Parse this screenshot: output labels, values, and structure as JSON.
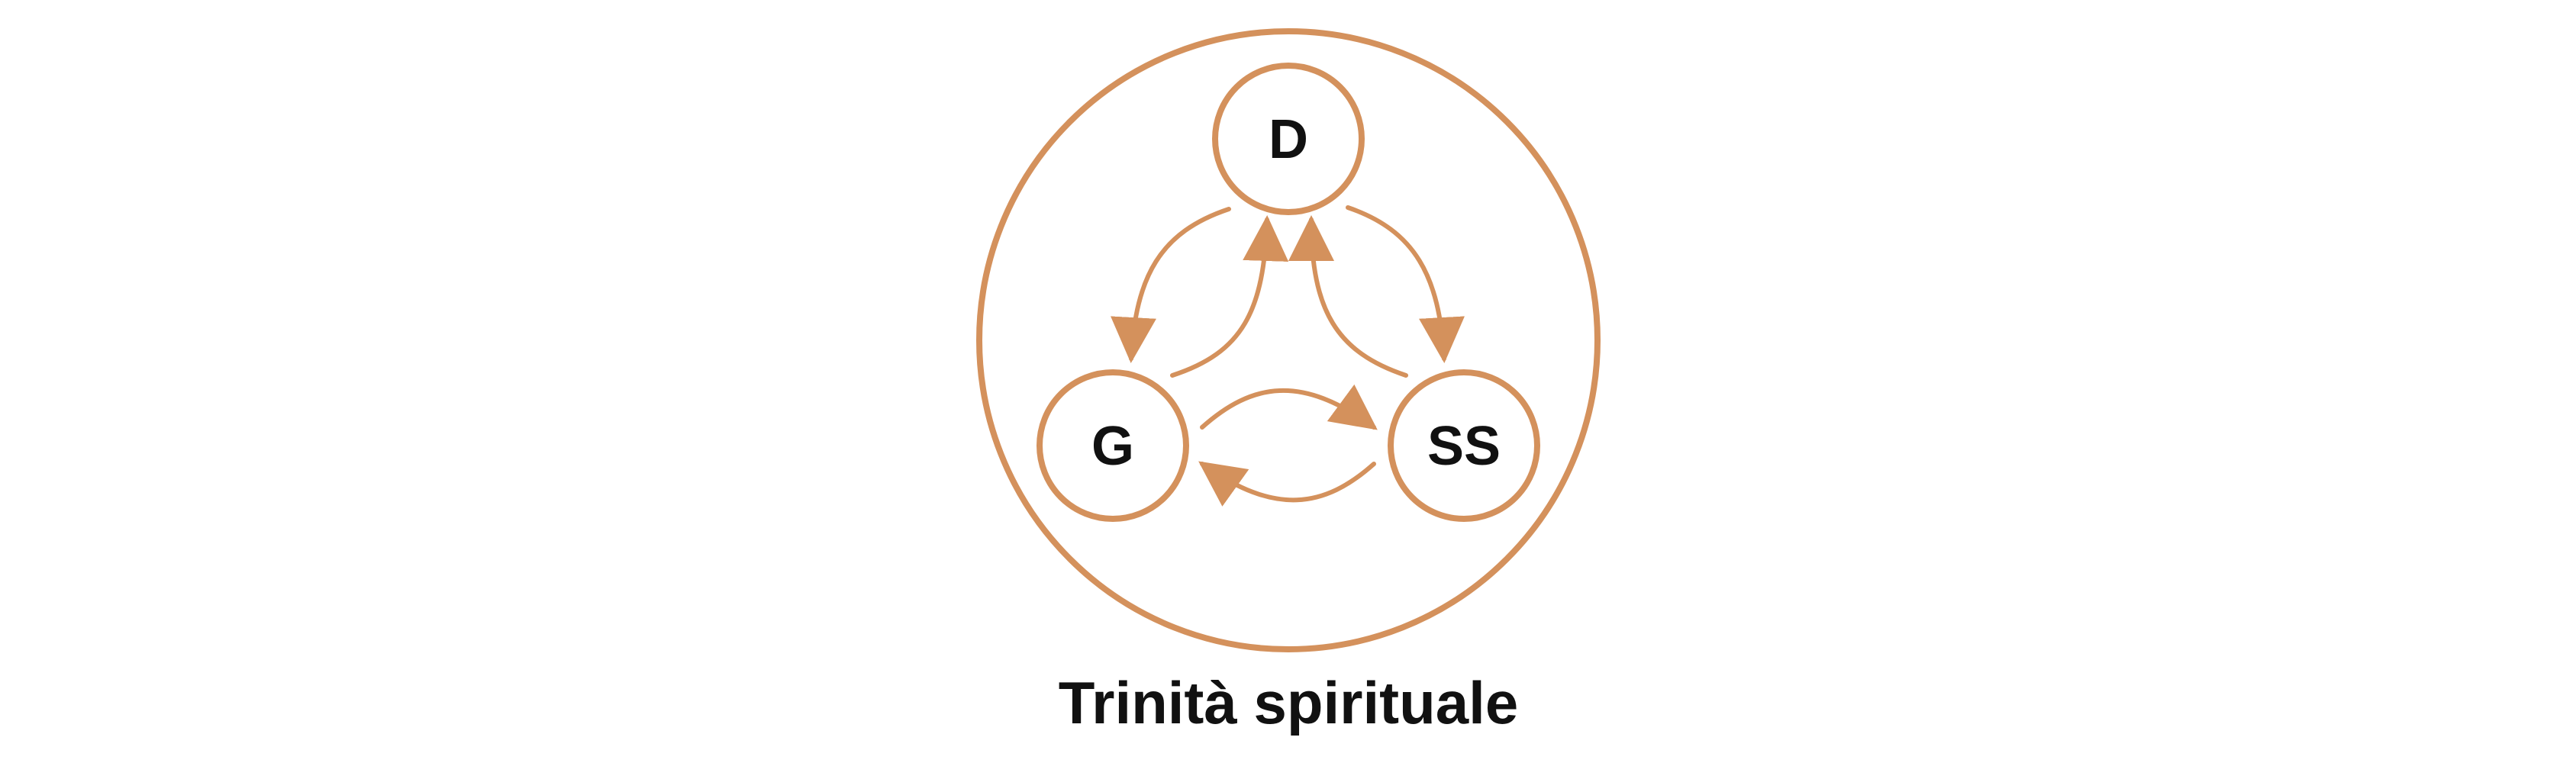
{
  "diagram": {
    "caption": "Trinità spirituale",
    "accent_color": "#d4915c",
    "text_color": "#111111",
    "nodes": {
      "top": {
        "label": "D"
      },
      "left": {
        "label": "G"
      },
      "right": {
        "label": "SS"
      }
    }
  }
}
